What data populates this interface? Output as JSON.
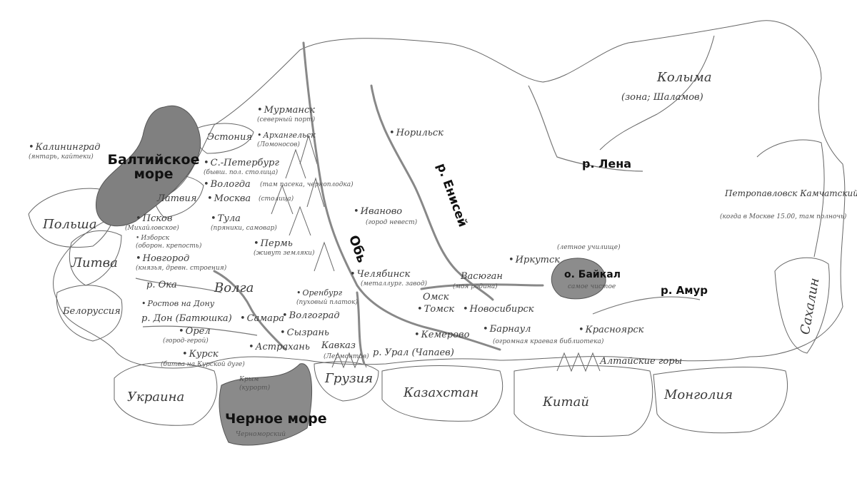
{
  "map": {
    "seas": {
      "baltic": "Балтийское море",
      "black": "Черное море",
      "black_note": "Черноморский",
      "baikal": "о. Байкал",
      "baikal_note": "самое чистое"
    },
    "rivers": {
      "lena": "р. Лена",
      "yenisei": "р. Енисей",
      "ob": "Обь",
      "amur": "р. Амур",
      "volga": "Волга",
      "oka": "р. Ока",
      "don": "р. Дон (Батюшка)",
      "ural": "р. Урал (Чапаев)"
    },
    "countries": {
      "poland": "Польша",
      "lithuania": "Литва",
      "latvia": "Латвия",
      "estonia": "Эстония",
      "belarus": "Белоруссия",
      "ukraine": "Украина",
      "georgia": "Грузия",
      "kazakhstan": "Казахстан",
      "china": "Китай",
      "mongolia": "Монголия"
    },
    "regions": {
      "kolyma": "Колыма",
      "kolyma_note": "(зона; Шаламов)",
      "caucasus": "Кавказ",
      "caucasus_note": "(Лермонтов)",
      "altai": "Алтайские горы",
      "crimea": "Крым",
      "crimea_note": "(курорт)",
      "sakhalin": "Сахалин"
    },
    "cities": {
      "kaliningrad": "Калининград",
      "kaliningrad_note": "(янтарь, кайтеки)",
      "murmansk": "Мурманск",
      "murmansk_note": "(северный порт)",
      "arkhangelsk": "Архангельск",
      "arkhangelsk_note": "(Ломоносов)",
      "spb": "С.-Петербург",
      "spb_note": "(бывш. пол. столица)",
      "vologda": "Вологда",
      "vologda_note": "(там пасека, черноплодка)",
      "moscow": "Москва",
      "moscow_note": "(столица)",
      "pskov": "Псков",
      "pskov_note": "(Михайловское)",
      "izborsk": "Изборск",
      "izborsk_note": "(оборон. крепость)",
      "tula": "Тула",
      "tula_note": "(пряники, самовар)",
      "novgorod": "Новгород",
      "novgorod_note": "(князья, древн. строения)",
      "perm": "Пермь",
      "perm_note": "(живут земляки)",
      "ivanovo": "Иваново",
      "ivanovo_note": "(город невест)",
      "chelyabinsk": "Челябинск",
      "chelyabinsk_note": "(металлург. завод)",
      "orenburg": "Оренбург",
      "orenburg_note": "(пуховый платок)",
      "volgograd": "Волгоград",
      "samara": "Самара",
      "syzran": "Сызрань",
      "astrakhan": "Астрахань",
      "rostov": "Ростов на Дону",
      "orel": "Орел",
      "orel_note": "(город-герой)",
      "kursk": "Курск",
      "kursk_note": "(битва на Курской дуге)",
      "norilsk": "Норильск",
      "irkutsk": "Иркутск",
      "irkutsk_note": "(летное училище)",
      "vasyugan": "Васюган",
      "vasyugan_note": "(моя родина)",
      "omsk": "Омск",
      "tomsk": "Томск",
      "novosibirsk": "Новосибирск",
      "kemerovo": "Кемерово",
      "barnaul": "Барнаул",
      "barnaul_note": "(огромная краевая библиотека)",
      "krasnoyarsk": "Красноярск",
      "petropavlovsk": "Петропавловск Камчатский",
      "petropavlovsk_note": "(когда в Москве 15.00, там полночь)"
    }
  }
}
